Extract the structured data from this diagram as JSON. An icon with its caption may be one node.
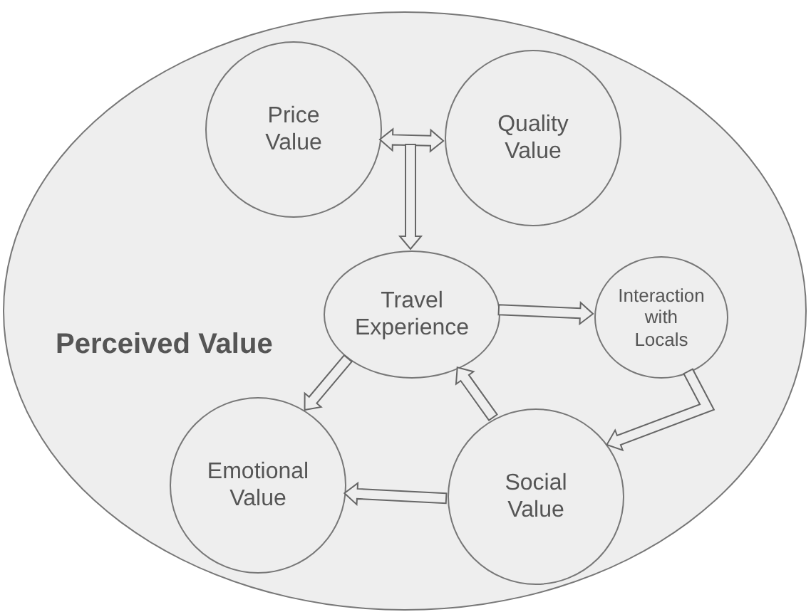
{
  "diagram": {
    "nodes": [
      {
        "text": [
          "Perceived Value"
        ]
      },
      {
        "text": [
          "Price Value"
        ],
        "in": 0
      },
      {
        "text": [
          "Quality Value"
        ],
        "in": 0
      },
      {
        "text": [
          "Travel Experience"
        ],
        "in": 0
      },
      {
        "text": [
          "Interaction with Locals"
        ],
        "in": 0
      },
      {
        "text": [
          "Emotional Value"
        ],
        "in": 0
      },
      {
        "text": [
          "Social Value"
        ],
        "in": 0
      }
    ],
    "edges": [
      {
        "from": 1,
        "to": 2,
        "arrow": "both"
      },
      {
        "from": 1,
        "to": 3,
        "arrow": "to"
      },
      {
        "from": 2,
        "to": 3,
        "arrow": "to"
      },
      {
        "from": 3,
        "to": 4,
        "arrow": "to"
      },
      {
        "from": 4,
        "to": 6,
        "arrow": "to"
      },
      {
        "from": 6,
        "to": 3,
        "arrow": "to"
      },
      {
        "from": 3,
        "to": 5,
        "arrow": "to"
      },
      {
        "from": 6,
        "to": 5,
        "arrow": "to"
      }
    ]
  }
}
